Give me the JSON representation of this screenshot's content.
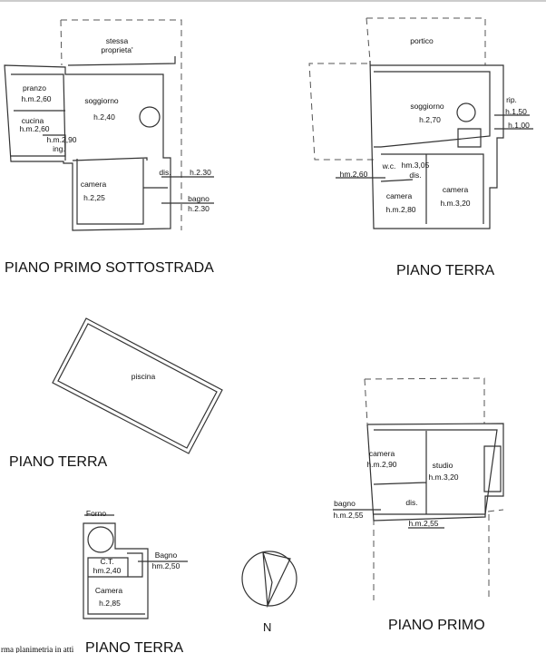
{
  "plans": {
    "sottostrada": {
      "title": "PIANO PRIMO SOTTOSTRADA",
      "stessa": "stessa",
      "proprieta": "proprieta'",
      "pranzo": "pranzo",
      "pranzo_h": "h.m.2,60",
      "cucina": "cucina",
      "cucina_h": "h.m.2,60",
      "ing_h": "h.m.2,90",
      "ing": "ing.",
      "soggiorno": "soggiorno",
      "soggiorno_h": "h.2,40",
      "camera": "camera",
      "camera_h": "h.2,25",
      "dis": "dis.",
      "dis_h": "h.2.30",
      "bagno": "bagno",
      "bagno_h": "h.2.30"
    },
    "terra": {
      "title": "PIANO TERRA",
      "portico": "portico",
      "soggiorno": "soggiorno",
      "soggiorno_h": "h.2,70",
      "rip": "rip.",
      "rip_h1": "h.1,50",
      "rip_h2": "h.1,00",
      "wc": "w.c.",
      "dis_h": "hm.3,05",
      "dis": "dis.",
      "wc_h": "hm.2,60",
      "camera1": "camera",
      "camera1_h": "h.m.2,80",
      "camera2": "camera",
      "camera2_h": "h.m.3,20"
    },
    "piscina": {
      "title": "PIANO TERRA",
      "label": "piscina"
    },
    "primo": {
      "title": "PIANO PRIMO",
      "camera": "camera",
      "camera_h": "h.m.2,90",
      "studio": "studio",
      "studio_h": "h.m.3,20",
      "dis": "dis.",
      "dis_h": "h.m.2,55",
      "bagno": "bagno",
      "bagno_h": "h.m.2,55"
    },
    "annesso": {
      "title": "PIANO TERRA",
      "forno": "Forno",
      "ct": "C.T.",
      "ct_h": "hm.2,40",
      "bagno": "Bagno",
      "bagno_h": "hm.2,50",
      "camera": "Camera",
      "camera_h": "h.2,85"
    }
  },
  "compass": {
    "label": "N"
  },
  "footer_note": "rma planimetria in atti"
}
